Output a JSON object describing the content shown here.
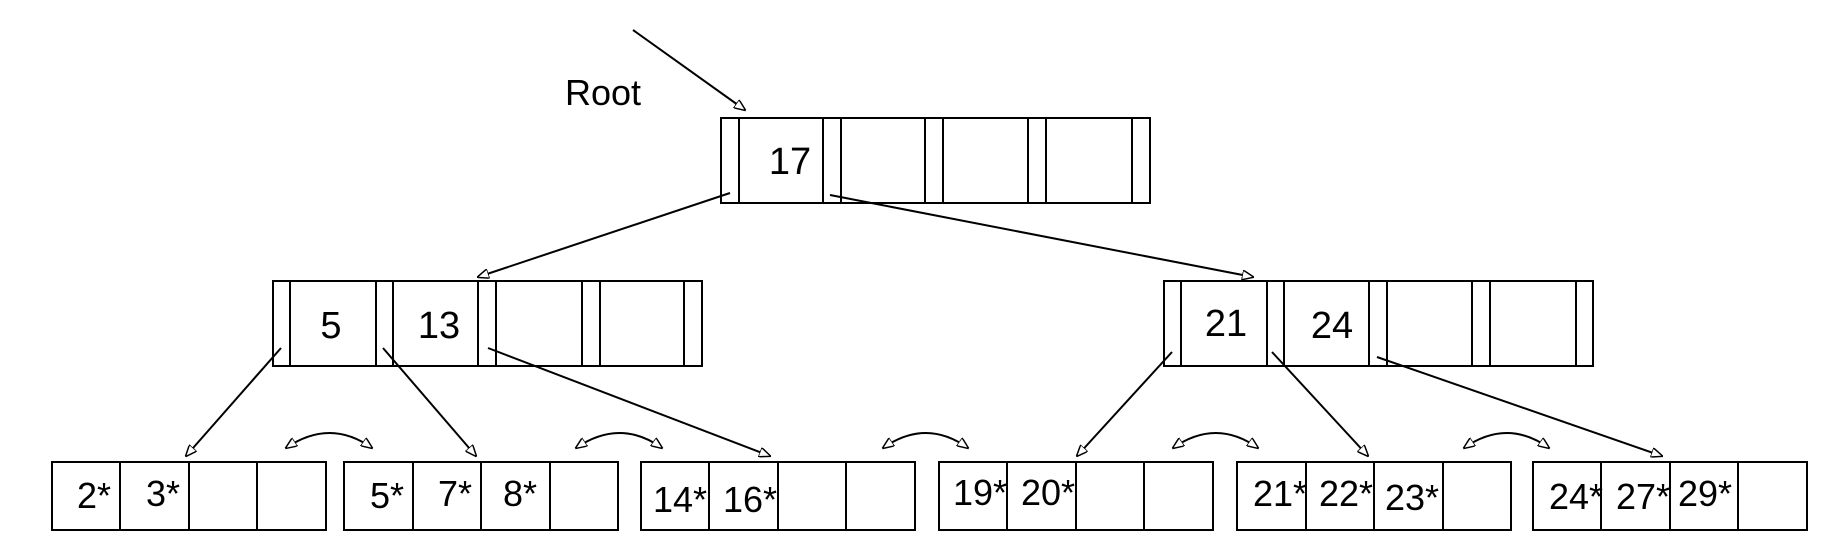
{
  "root_label": "Root",
  "inner_nodes": [
    {
      "keys": [
        "17",
        "",
        "",
        ""
      ]
    },
    {
      "keys": [
        "5",
        "13",
        "",
        ""
      ]
    },
    {
      "keys": [
        "21",
        "24",
        "",
        ""
      ]
    }
  ],
  "leaves": [
    {
      "entries": [
        "2*",
        "3*",
        "",
        ""
      ]
    },
    {
      "entries": [
        "5*",
        "7*",
        "8*",
        ""
      ]
    },
    {
      "entries": [
        "14*",
        "16*",
        "",
        ""
      ]
    },
    {
      "entries": [
        "19*",
        "20*",
        "",
        ""
      ]
    },
    {
      "entries": [
        "21*",
        "22*",
        "23*",
        ""
      ]
    },
    {
      "entries": [
        "24*",
        "27*",
        "29*",
        ""
      ]
    }
  ],
  "colors": {
    "stroke": "#000000",
    "background": "#ffffff"
  }
}
